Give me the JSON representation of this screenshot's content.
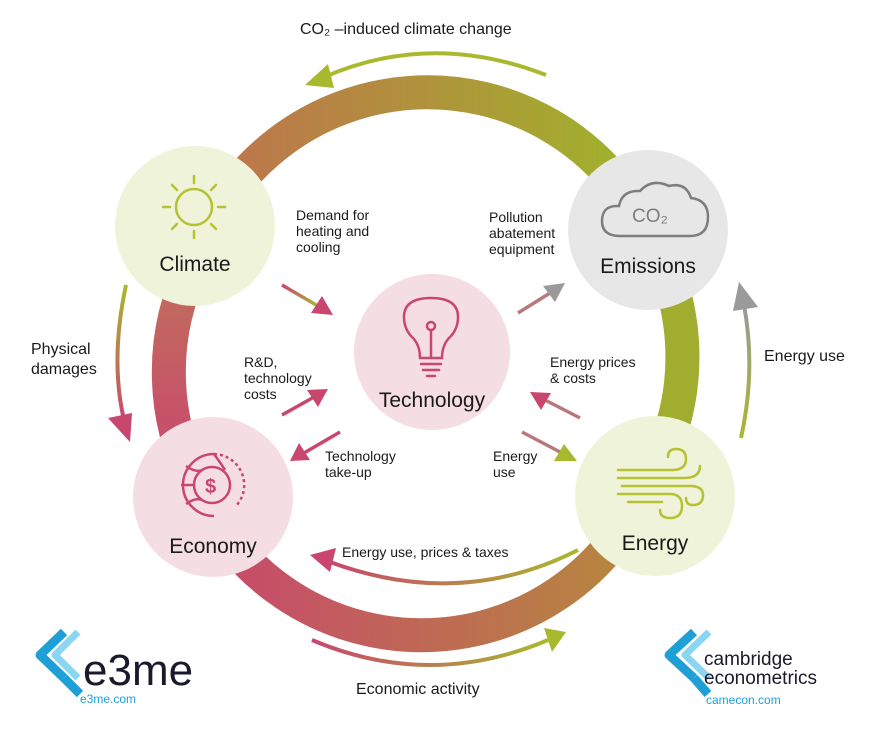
{
  "colors": {
    "ring_start": "#9fb529",
    "ring_end": "#c9466f",
    "climate_fill": "#eff3d9",
    "emissions_fill": "#e7e7e7",
    "technology_fill": "#f5dde4",
    "economy_fill": "#f5dde4",
    "energy_fill": "#eff3d9",
    "icon_green": "#b5c233",
    "icon_pink": "#c9466f",
    "icon_gray": "#7d7d7d",
    "brand_blue": "#1e9fd6"
  },
  "nodes": {
    "climate": {
      "label": "Climate",
      "icon": "sun-icon"
    },
    "emissions": {
      "label": "Emissions",
      "icon": "co2-cloud-icon",
      "icon_text": "CO₂"
    },
    "technology": {
      "label": "Technology",
      "icon": "lightbulb-icon"
    },
    "economy": {
      "label": "Economy",
      "icon": "globe-dollar-icon"
    },
    "energy": {
      "label": "Energy",
      "icon": "wind-icon"
    }
  },
  "flows": {
    "top": "CO₂ –induced climate change",
    "left": "Physical\ndamages",
    "right": "Energy use",
    "bottom_inner": "Energy use, prices & taxes",
    "bottom_outer": "Economic activity",
    "demand": "Demand for\nheating and\ncooling",
    "pollution": "Pollution\nabatement\nequipment",
    "rd": "R&D,\ntechnology\ncosts",
    "prices": "Energy prices\n & costs",
    "takeup": "Technology\ntake-up",
    "energy_use_inner": "Energy\nuse"
  },
  "logos": {
    "e3me": {
      "name": "e3me",
      "url": "e3me.com"
    },
    "camecon": {
      "name": "cambridge\neconometrics",
      "url": "camecon.com"
    }
  }
}
